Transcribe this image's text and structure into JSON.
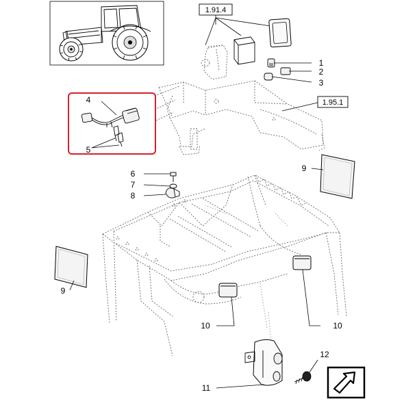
{
  "references": {
    "ref_top": "1.91.4",
    "ref_side": "1.95.1"
  },
  "callouts": {
    "c1": "1",
    "c2": "2",
    "c3": "3",
    "c4": "4",
    "c5": "5",
    "c6": "6",
    "c7": "7",
    "c8": "8",
    "c9_right": "9",
    "c9_left": "9",
    "c10_left": "10",
    "c10_right": "10",
    "c11": "11",
    "c12": "12"
  },
  "colors": {
    "highlight": "#d62028",
    "line": "#000000",
    "phantom": "#666666"
  },
  "icons": {
    "tractor": "tractor-thumbnail-icon",
    "nav": "next-page-arrow-icon"
  }
}
